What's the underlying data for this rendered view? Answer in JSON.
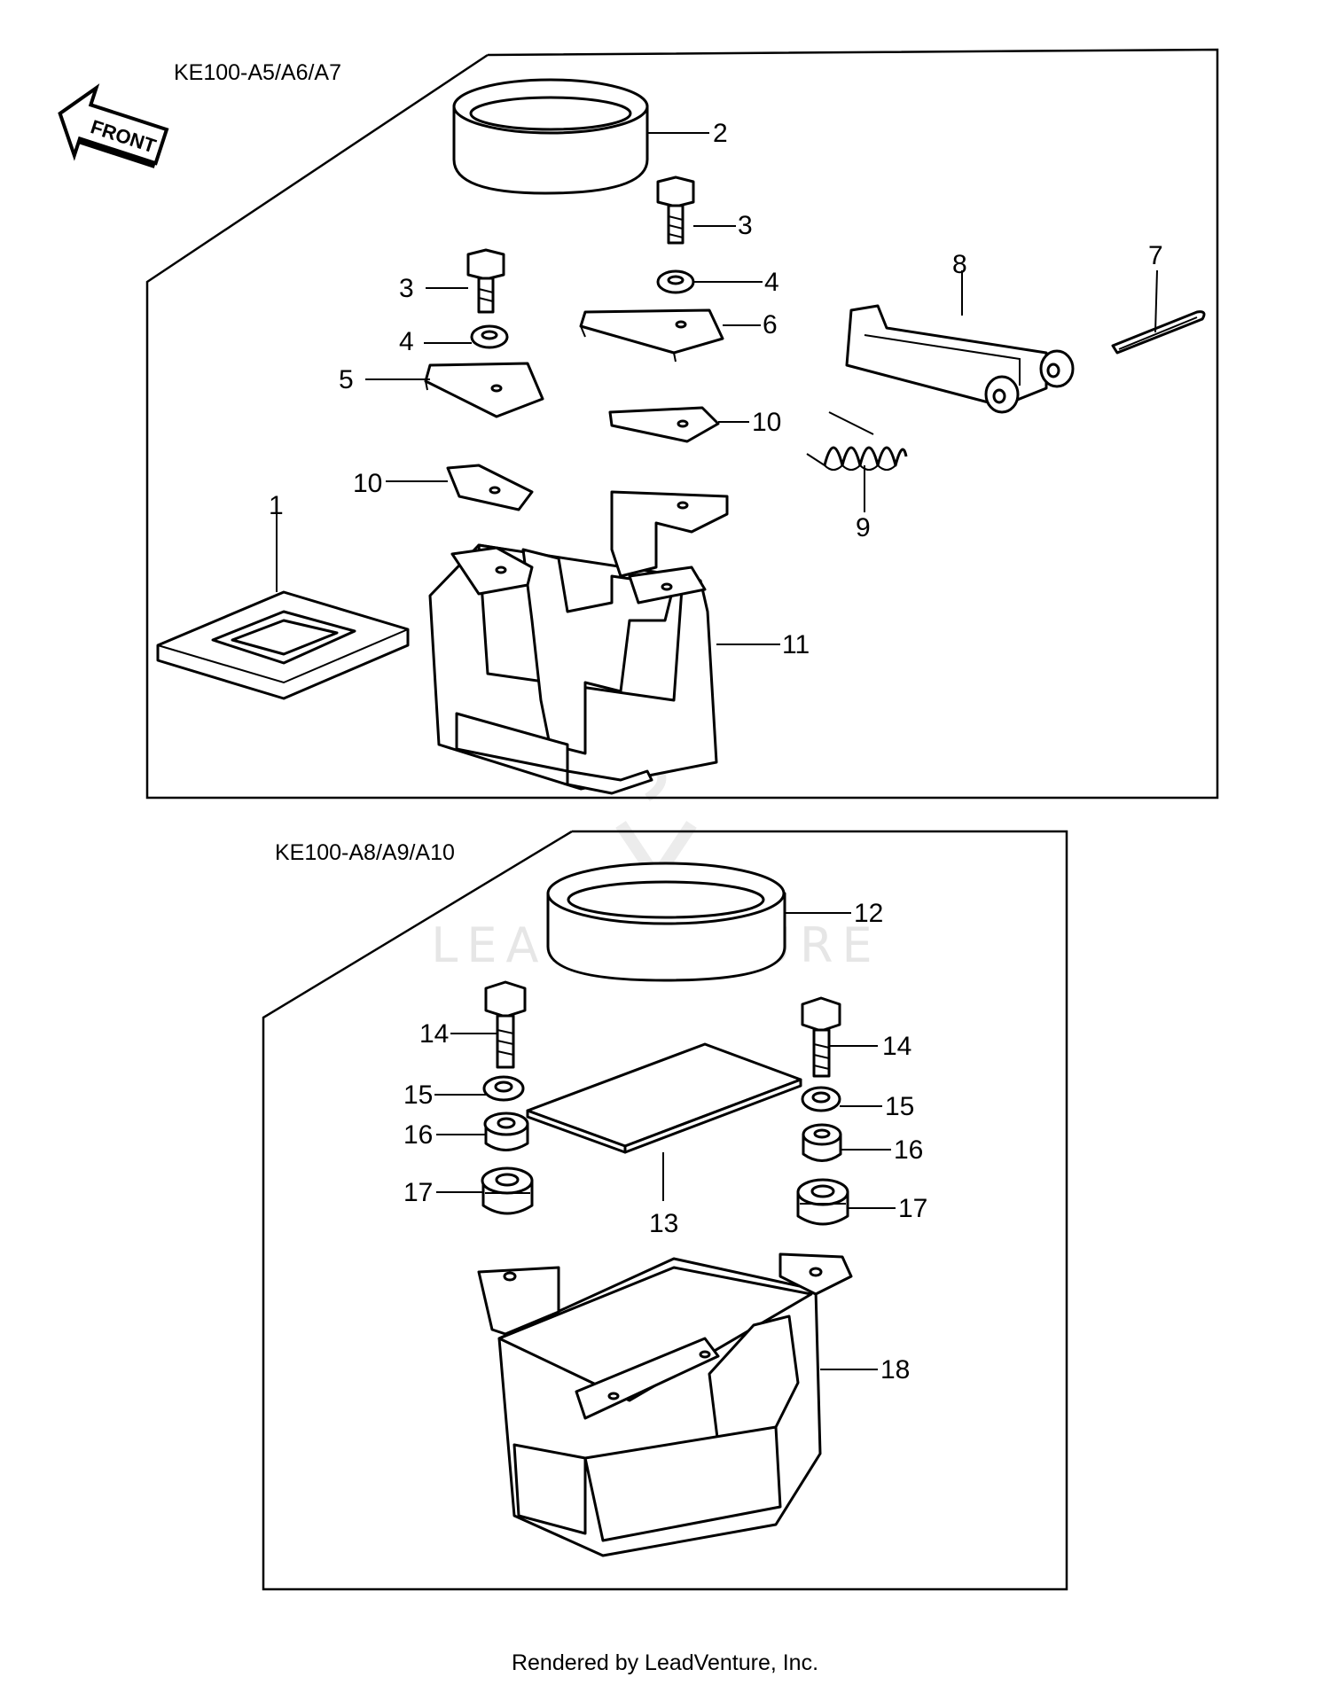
{
  "diagram": {
    "top_section": {
      "model_label": "KE100-A5/A6/A7",
      "front_arrow_label": "FRONT",
      "callouts": [
        "1",
        "2",
        "3",
        "3",
        "4",
        "4",
        "5",
        "6",
        "7",
        "8",
        "9",
        "10",
        "10",
        "11"
      ]
    },
    "bottom_section": {
      "model_label": "KE100-A8/A9/A10",
      "callouts": [
        "12",
        "13",
        "14",
        "14",
        "15",
        "15",
        "16",
        "16",
        "17",
        "17",
        "18"
      ]
    },
    "watermark": "LEADVENTURE",
    "footer": "Rendered by LeadVenture, Inc."
  }
}
